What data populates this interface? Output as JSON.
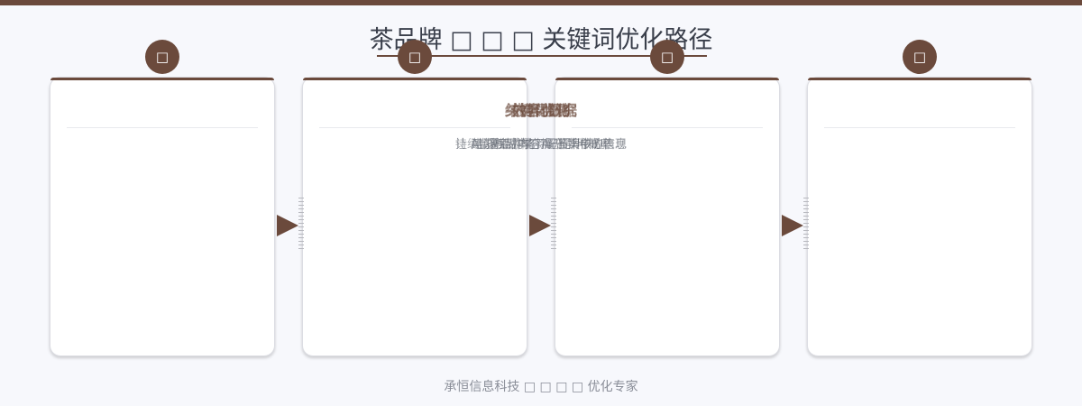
{
  "theme": {
    "accent": "#6b4a3c",
    "background": "#f7f8fc",
    "card": "#ffffff",
    "text": "#3a3f4b",
    "muted": "#8a8e98"
  },
  "page": {
    "title": "茶品牌 □ □ □ 关键词优化路径"
  },
  "steps": [
    {
      "icon": "□",
      "icon_name": "step-icon",
      "heading": "关键词研究",
      "description": "让 AI 搜索引擎了解品牌核心信息"
    },
    {
      "icon": "□",
      "icon_name": "step-icon",
      "heading": "内容优化",
      "description": "建设权威内容提升引用概率"
    },
    {
      "icon": "□",
      "icon_name": "step-icon",
      "heading": "结构化数据",
      "description": "部署结构化标记提升识别"
    },
    {
      "icon": "□",
      "icon_name": "step-icon",
      "heading": "效果监测",
      "description": "持续监测品牌在 AI 答案中的表现"
    }
  ],
  "footer": {
    "text": "承恒信息科技 □ □ □ □ 优化专家"
  }
}
